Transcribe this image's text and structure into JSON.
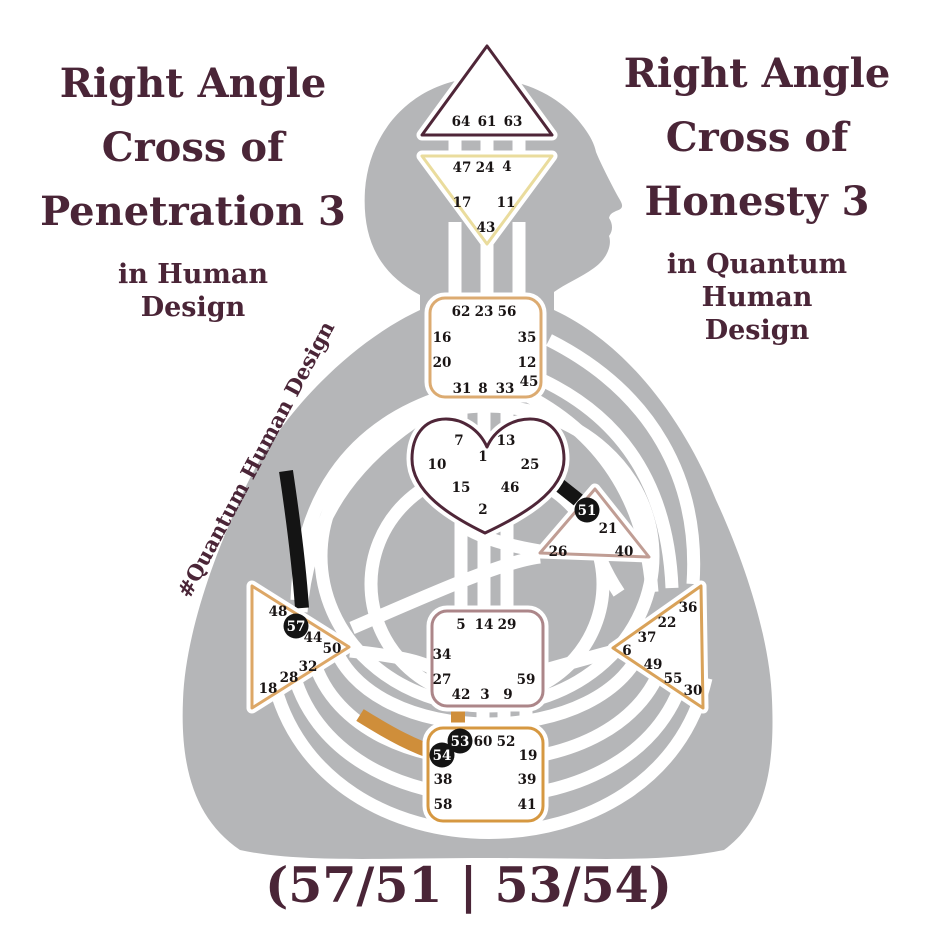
{
  "titles": {
    "left": {
      "l1": "Right Angle",
      "l2": "Cross of",
      "l3": "Penetration 3",
      "sub1": "in Human",
      "sub2": "Design"
    },
    "right": {
      "l1": "Right Angle",
      "l2": "Cross of",
      "l3": "Honesty 3",
      "sub1": "in Quantum",
      "sub2": "Human",
      "sub3": "Design"
    }
  },
  "watermark": "#Quantum Human Design",
  "cross_notation": "(57/51 | 53/54)",
  "highlights": {
    "black_channel_gates": [
      "57",
      "51"
    ],
    "orange_channel_gates": [
      "53",
      "54"
    ]
  },
  "centers": {
    "head": {
      "gates": [
        "64",
        "61",
        "63"
      ]
    },
    "ajna": {
      "gates": [
        "47",
        "24",
        "4",
        "17",
        "11",
        "43"
      ]
    },
    "throat": {
      "gates": [
        "62",
        "23",
        "56",
        "16",
        "35",
        "20",
        "12",
        "45",
        "31",
        "8",
        "33"
      ]
    },
    "g": {
      "gates": [
        "7",
        "13",
        "1",
        "10",
        "25",
        "15",
        "46",
        "2"
      ]
    },
    "will": {
      "gates": [
        "51",
        "21",
        "26",
        "40"
      ]
    },
    "spleen": {
      "gates": [
        "48",
        "57",
        "44",
        "50",
        "32",
        "28",
        "18"
      ]
    },
    "solar_plexus": {
      "gates": [
        "36",
        "22",
        "37",
        "6",
        "49",
        "55",
        "30"
      ]
    },
    "sacral": {
      "gates": [
        "5",
        "14",
        "29",
        "34",
        "27",
        "59",
        "42",
        "3",
        "9"
      ]
    },
    "root": {
      "gates": [
        "53",
        "60",
        "52",
        "54",
        "19",
        "38",
        "39",
        "58",
        "41"
      ]
    }
  },
  "colors": {
    "maroon_text": "#4a2537",
    "silhouette": "#b5b6b8",
    "head_border": "#4f2638",
    "ajna_border": "#eadc9d",
    "throat_border": "#dcab71",
    "g_border": "#4f2638",
    "will_border": "#c09d94",
    "spleen_border": "#dda766",
    "solar_border": "#d9a259",
    "sacral_border": "#ac8689",
    "root_border": "#d69841",
    "highlight_black": "#141414",
    "highlight_orange": "#cf8e3a"
  }
}
